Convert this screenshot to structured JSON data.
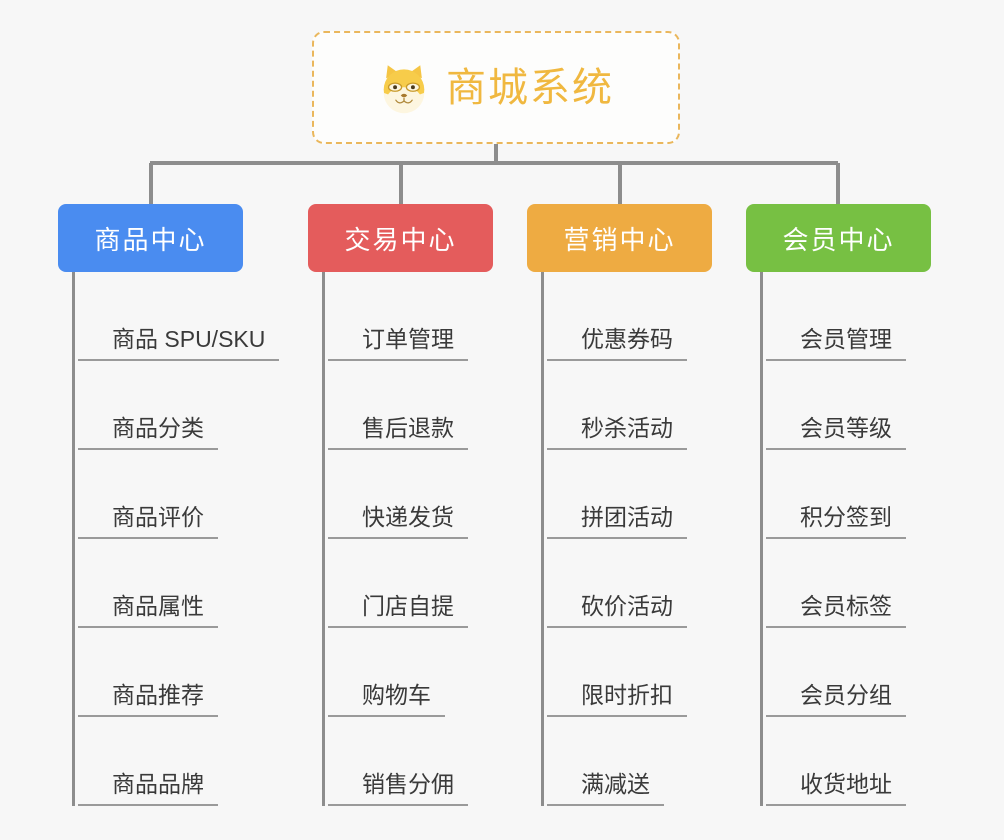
{
  "page": {
    "background_color": "#f7f7f7",
    "line_color": "#8d8d8d",
    "leaf_text_color": "#3a3a3a"
  },
  "root": {
    "title": "商城系统",
    "icon": "shiba-dog-face-emoji",
    "text_color": "#f0b840",
    "border_color": "#eab75c",
    "border_style": "dashed"
  },
  "columns": [
    {
      "id": "product-center",
      "label": "商品中心",
      "color": "#4a8cf0",
      "items": [
        {
          "label": "商品 SPU/SKU"
        },
        {
          "label": "商品分类"
        },
        {
          "label": "商品评价"
        },
        {
          "label": "商品属性"
        },
        {
          "label": "商品推荐"
        },
        {
          "label": "商品品牌"
        }
      ]
    },
    {
      "id": "trade-center",
      "label": "交易中心",
      "color": "#e45c5c",
      "items": [
        {
          "label": "订单管理"
        },
        {
          "label": "售后退款"
        },
        {
          "label": "快递发货"
        },
        {
          "label": "门店自提"
        },
        {
          "label": "购物车"
        },
        {
          "label": "销售分佣"
        }
      ]
    },
    {
      "id": "marketing-center",
      "label": "营销中心",
      "color": "#eeab42",
      "items": [
        {
          "label": "优惠券码"
        },
        {
          "label": "秒杀活动"
        },
        {
          "label": "拼团活动"
        },
        {
          "label": "砍价活动"
        },
        {
          "label": "限时折扣"
        },
        {
          "label": "满减送"
        }
      ]
    },
    {
      "id": "member-center",
      "label": "会员中心",
      "color": "#77c043",
      "items": [
        {
          "label": "会员管理"
        },
        {
          "label": "会员等级"
        },
        {
          "label": "积分签到"
        },
        {
          "label": "会员标签"
        },
        {
          "label": "会员分组"
        },
        {
          "label": "收货地址"
        }
      ]
    }
  ]
}
